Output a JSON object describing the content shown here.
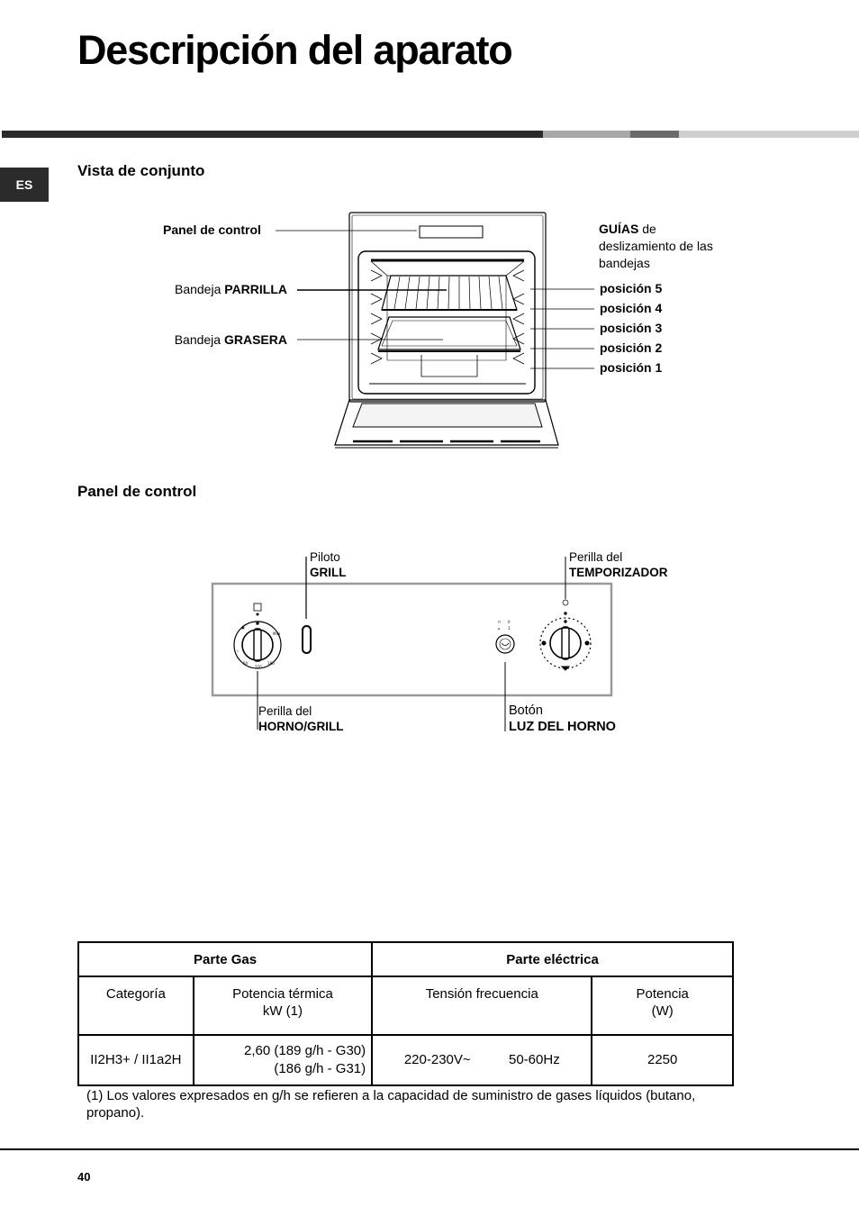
{
  "page_title": "Descripción del aparato",
  "language_tab": "ES",
  "section_overview": {
    "heading": "Vista de conjunto",
    "label_panel": "Panel de control",
    "label_parrilla_prefix": "Bandeja ",
    "label_parrilla_bold": "PARRILLA",
    "label_grasera_prefix": "Bandeja ",
    "label_grasera_bold": "GRASERA",
    "guides_bold": "GUÍAS",
    "guides_rest": " de deslizamiento de las bandejas",
    "positions": [
      "posición 5",
      "posición 4",
      "posición 3",
      "posición 2",
      "posición 1"
    ]
  },
  "section_control": {
    "heading": "Panel de control",
    "pilot_line1": "Piloto",
    "pilot_line2": "GRILL",
    "timer_line1": "Perilla del",
    "timer_line2": "TEMPORIZADOR",
    "oven_knob_line1": "Perilla del",
    "oven_knob_line2": "HORNO/GRILL",
    "light_line1": "Botón",
    "light_line2": "LUZ DEL HORNO"
  },
  "spec_table": {
    "group_gas": "Parte Gas",
    "group_electric": "Parte eléctrica",
    "col_category": "Categoría",
    "col_thermal_power_1": "Potencia térmica",
    "col_thermal_power_2": "kW (1)",
    "col_voltage": "Tensión frecuencia",
    "col_power_1": "Potencia",
    "col_power_2": "(W)",
    "val_category": "II2H3+ / II1a2H",
    "val_thermal_1": "2,60 (189 g/h - G30)",
    "val_thermal_2": "(186 g/h - G31)",
    "val_voltage": "220-230V~",
    "val_frequency": "50-60Hz",
    "val_power": "2250"
  },
  "footnote": "(1) Los valores expresados en g/h se refieren a la capacidad de suministro de gases líquidos (butano, propano).",
  "page_number": "40",
  "colors": {
    "dark_bar": "#2b2b2b",
    "gray_bar": "#aaaaaa",
    "light_bar": "#cccccc"
  }
}
